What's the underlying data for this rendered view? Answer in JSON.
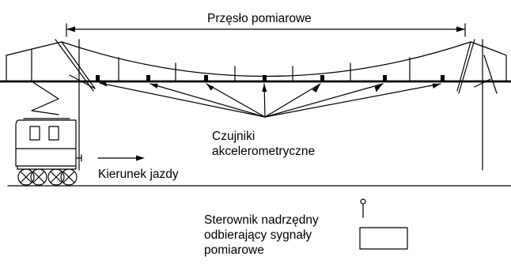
{
  "labels": {
    "measurement_span": "Przęsło pomiarowe",
    "sensors": [
      "Czujniki",
      "akcelerometryczne"
    ],
    "direction": "Kierunek jazdy",
    "controller": [
      "Sterownik nadrzędny",
      "odbierający sygnały",
      "pomiarowe"
    ]
  },
  "colors": {
    "ink": "#000000",
    "background": "#ffffff"
  },
  "sensor_count": 7
}
